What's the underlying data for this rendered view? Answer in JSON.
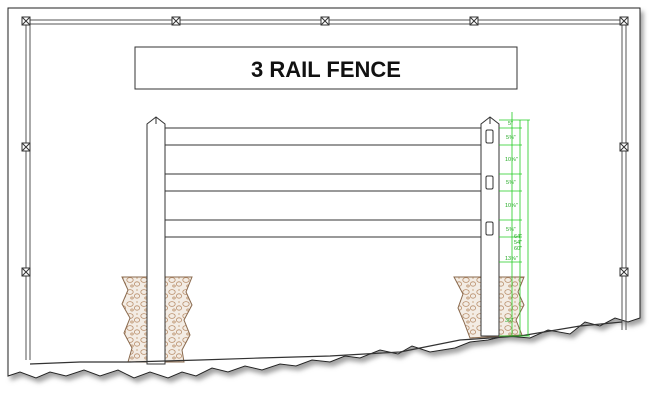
{
  "drawing": {
    "title": "3 RAIL FENCE",
    "dimensions": [
      "5\"",
      "5⅜\"",
      "10⅝\"",
      "5⅜\"",
      "10⅝\"",
      "5⅜\"",
      "64\"",
      "54\"",
      "60\"",
      "13⅝\"",
      "36\""
    ]
  },
  "colors": {
    "line": "#333333",
    "dimension": "#22cc22",
    "paper": "#ffffff",
    "shadow": "#9a9a9a",
    "concrete": "#c8a98a"
  },
  "icons": {
    "handle": "grip-handle-icon"
  }
}
